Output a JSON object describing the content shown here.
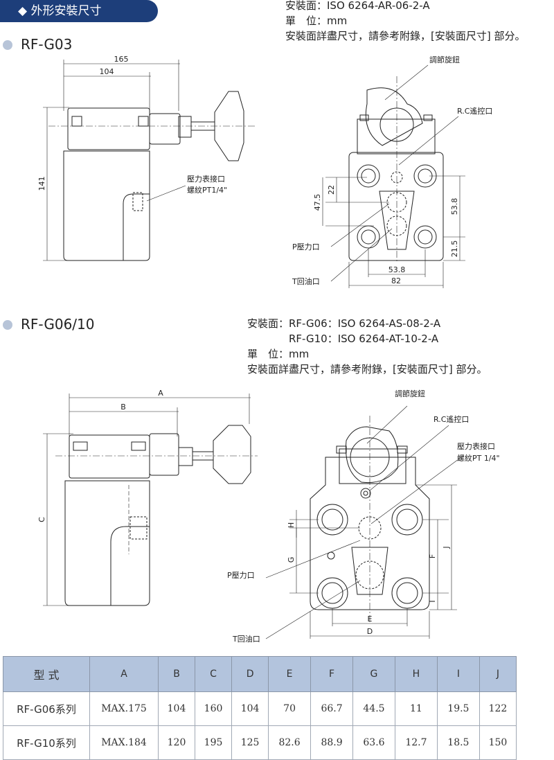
{
  "banner": {
    "title": "◆ 外形安裝尺寸"
  },
  "g03": {
    "heading": "RF-G03",
    "spec": [
      "安裝面：ISO 6264-AR-06-2-A",
      "單　位：mm",
      "安裝面詳盡尺寸，請參考附錄，[安裝面尺寸] 部分。"
    ],
    "side": {
      "dim_total": "165",
      "dim_body": "104",
      "dim_height": "141",
      "gauge_label1": "壓力表接口",
      "gauge_label2": "螺紋PT1/4\""
    },
    "front": {
      "knob": "調節旋鈕",
      "rc": "R.C遙控口",
      "p": "P壓力口",
      "t": "T回油口",
      "d22": "22",
      "d475": "47.5",
      "d538v": "53.8",
      "d215": "21.5",
      "d538h": "53.8",
      "d82": "82"
    }
  },
  "g0610": {
    "heading": "RF-G06/10",
    "spec": [
      "安裝面：RF-G06：ISO 6264-AS-08-2-A",
      "　　　　RF-G10：ISO 6264-AT-10-2-A",
      "單　位：mm",
      "安裝面詳盡尺寸，請參考附錄，[安裝面尺寸] 部分。"
    ],
    "side": {
      "A": "A",
      "B": "B",
      "C": "C"
    },
    "front": {
      "knob": "調節旋鈕",
      "rc": "R.C遙控口",
      "gauge1": "壓力表接口",
      "gauge2": "螺紋PT 1/4\"",
      "p": "P壓力口",
      "t": "T回油口",
      "H": "H",
      "G": "G",
      "F": "F",
      "J": "J",
      "I": "I",
      "E": "E",
      "D": "D"
    }
  },
  "table": {
    "headers": [
      "型 式",
      "A",
      "B",
      "C",
      "D",
      "E",
      "F",
      "G",
      "H",
      "I",
      "J"
    ],
    "rows": [
      [
        "RF-G06系列",
        "MAX.175",
        "104",
        "160",
        "104",
        "70",
        "66.7",
        "44.5",
        "11",
        "19.5",
        "122"
      ],
      [
        "RF-G10系列",
        "MAX.184",
        "120",
        "195",
        "125",
        "82.6",
        "88.9",
        "63.6",
        "12.7",
        "18.5",
        "150"
      ]
    ]
  }
}
